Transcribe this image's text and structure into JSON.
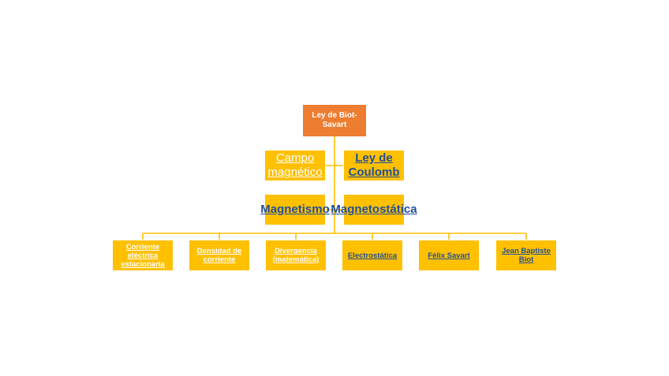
{
  "diagram": {
    "root": {
      "label": "Ley de Biot-Savart"
    },
    "middle": [
      {
        "label": "Campo magnético",
        "style": "sub"
      },
      {
        "label": "Ley de Coulomb",
        "style": "link"
      },
      {
        "label": "Magnetismo",
        "style": "link"
      },
      {
        "label": "Magnetostática",
        "style": "link"
      }
    ],
    "leaves": [
      {
        "label": "Corriente eléctrica estacionaria",
        "style": "sub"
      },
      {
        "label": "Densidad de corriente",
        "style": "sub"
      },
      {
        "label": "Divergencia (matemática)",
        "style": "sub"
      },
      {
        "label": "Electrostática",
        "style": "link"
      },
      {
        "label": "Félix Savart",
        "style": "link"
      },
      {
        "label": "Jean Baptiste Biot",
        "style": "link"
      }
    ]
  },
  "colors": {
    "root_fill": "#ED7D31",
    "node_fill": "#FFC000",
    "connector": "#FFC000",
    "link_text": "#1F4E9A",
    "plain_text": "#FFFFFF"
  }
}
